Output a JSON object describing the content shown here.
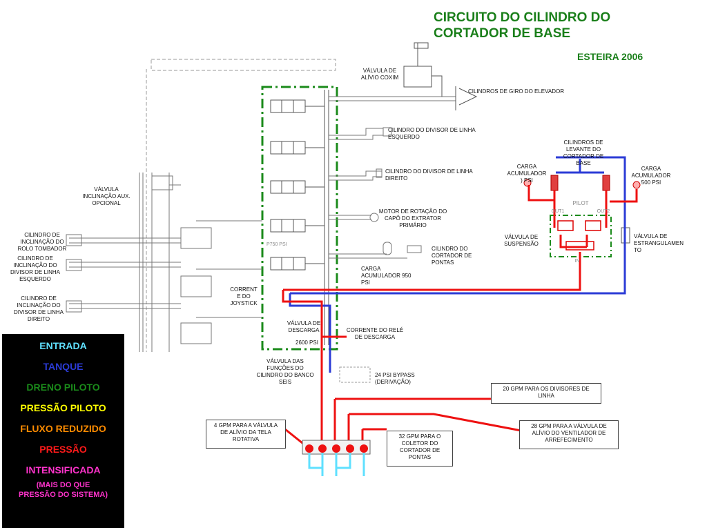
{
  "title": "CIRCUITO DO CILINDRO DO\nCORTADOR DE BASE",
  "subtitle": "ESTEIRA 2006",
  "labels": {
    "valvula_alivio_coxim": "VÁLVULA DE\nALÍVIO COXIM",
    "cilindros_giro": "CILINDROS DE GIRO DO ELEVADOR",
    "divisor_esquerdo": "CILINDRO DO DIVISOR DE LINHA\nESQUERDO",
    "divisor_direito": "CILINDRO DO DIVISOR DE LINHA\nDIREITO",
    "motor_extrator": "MOTOR DE ROTAÇÃO DO\nCAPÔ DO EXTRATOR\nPRIMÁRIO",
    "cortador_pontas": "CILINDRO DO\nCORTADOR DE\nPONTAS",
    "carga_950": "CARGA\nACUMULADOR 950\nPSI",
    "corrente_joystick": "CORRENT\nE DO\nJOYSTICK",
    "valvula_descarga": "VÁLVULA DE\nDESCARGA",
    "psi_2600": "2600 PSI",
    "corrente_rele": "CORRENTE DO RELÉ\nDE DESCARGA",
    "funcoes_banco": "VÁLVULA DAS\nFUNÇÕES DO\nCILINDRO DO BANCO\nSEIS",
    "bypass": "24 PSI BYPASS\n(DERIVAÇÃO)",
    "valvula_inclinacao_aux": "VÁLVULA\nINCLINAÇÃO AUX.\nOPCIONAL",
    "rolo_tombador": "CILINDRO DE\nINCLINAÇÃO DO\nROLO TOMBADOR",
    "incl_divisor_esq": "CILINDRO DE\nINCLINAÇÃO DO\nDIVISOR DE LINHA\nESQUERDO",
    "incl_divisor_dir": "CILINDRO DE\nINCLINAÇÃO DO\nDIVISOR DE LINHA\nDIREITO",
    "cilindros_levante": "CILINDROS DE\nLEVANTE DO\nCORTADOR DE\nBASE",
    "carga_acum_left": "CARGA\nACUMULADOR\n) PSI",
    "carga_acum_500": "CARGA\nACUMULADOR\n500 PSI",
    "valvula_suspensao": "VÁLVULA DE\nSUSPENSÃO",
    "valvula_estrangulamento": "VÁLVULA DE\nESTRANGULAMEN\nTO",
    "pilot": "PILOT",
    "out1": "OUT1",
    "out2": "OUT2",
    "in": "IN",
    "p750": "P750 PSI"
  },
  "boxes": {
    "gpm20": "20 GPM PARA OS DIVISORES DE\nLINHA",
    "gpm4": "4 GPM PARA A VÁLVULA\nDE ALÍVIO DA TELA\nROTATIVA",
    "gpm32": "32 GPM PARA O\nCOLETOR DO\nCORTADOR DE\nPONTAS",
    "gpm28": "28 GPM PARA A VÁLVULA DE\nALÍVIO DO VENTILADOR DE\nARREFECIMENTO"
  },
  "legend": {
    "entrada": "ENTRADA",
    "tanque": "TANQUE",
    "dreno_piloto": "DRENO PILOTO",
    "pressao_piloto": "PRESSÃO PILOTO",
    "fluxo_reduzido": "FLUXO REDUZIDO",
    "pressao": "PRESSÃO",
    "intensificada": "INTENSIFICADA",
    "mais_que": "(MAIS DO QUE\nPRESSÃO DO SISTEMA)"
  },
  "colors": {
    "entrada": "#5fe0ff",
    "tanque": "#2b3bd6",
    "dreno_piloto": "#1a8a1a",
    "pressao_piloto": "#ffff00",
    "fluxo_reduzido": "#ff8c00",
    "pressao": "#ff1a1a",
    "intensificada": "#ff33cc",
    "title": "#1a7f1a"
  }
}
